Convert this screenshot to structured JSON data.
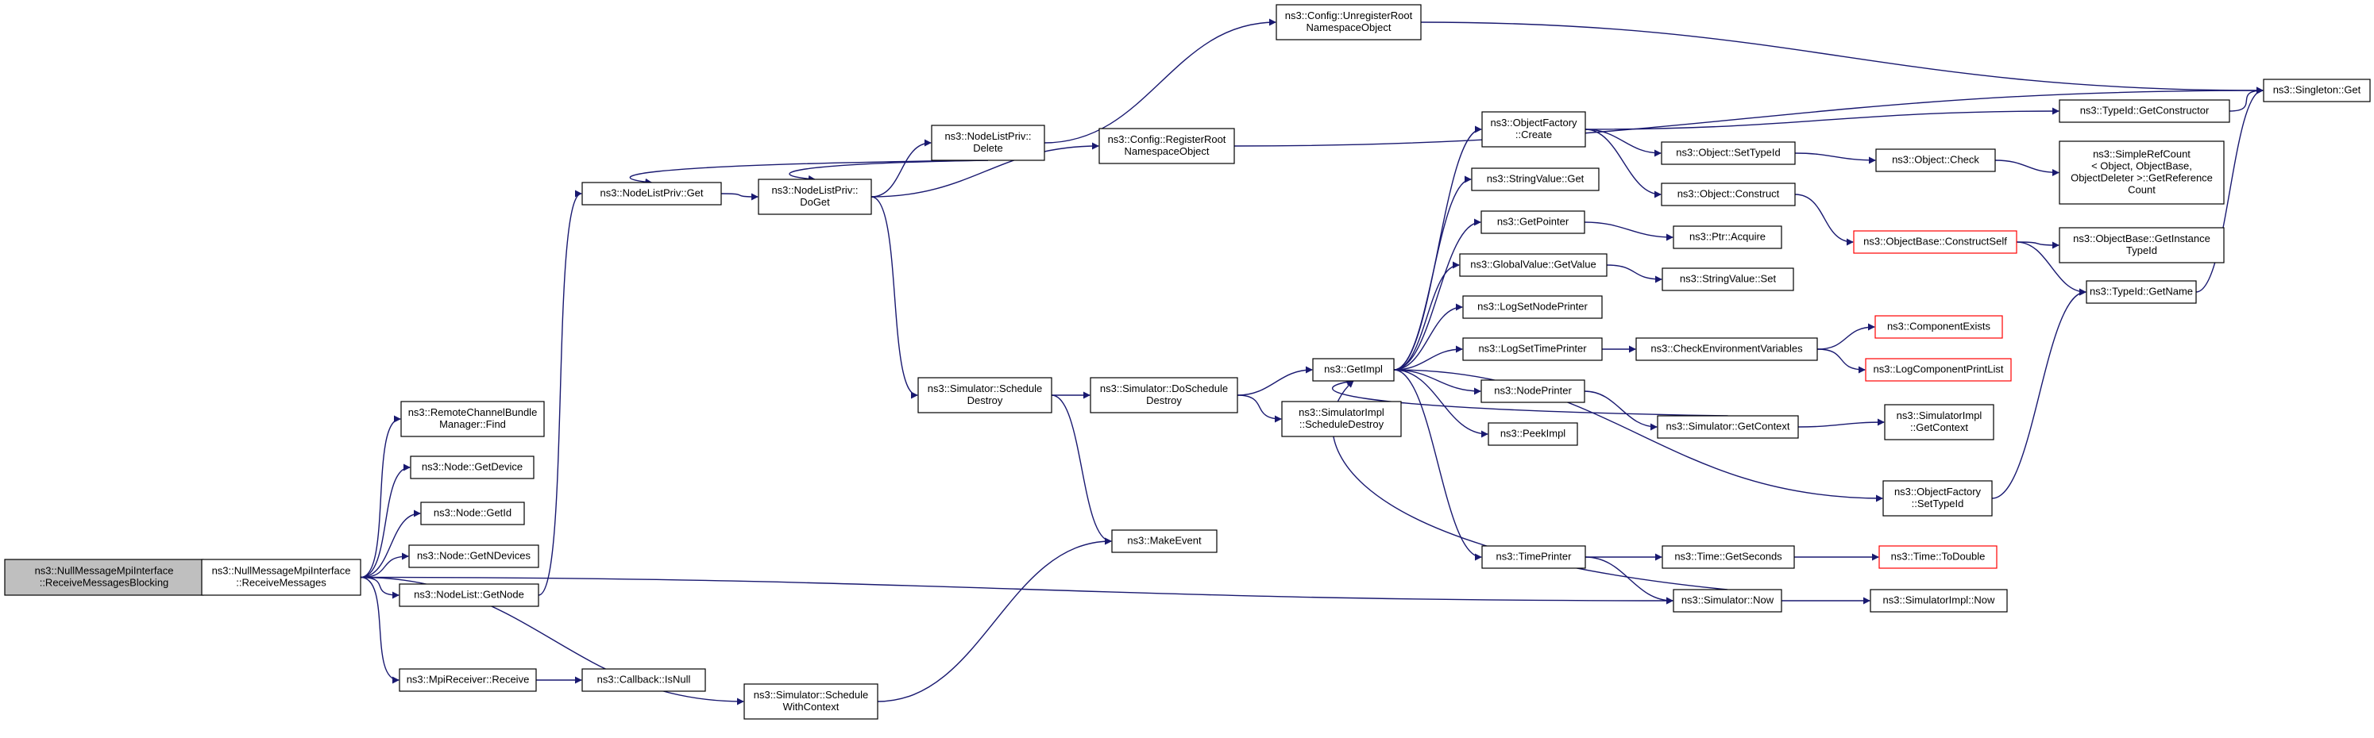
{
  "colors": {
    "edge": "#191970",
    "node_border": "#000000",
    "node_border_incomplete": "#ff0000",
    "root_fill": "#bfbfbf",
    "node_fill": "#ffffff"
  },
  "nodes": [
    {
      "id": "root",
      "lines": [
        "ns3::NullMessageMpiInterface",
        "::ReceiveMessagesBlocking"
      ],
      "root": true
    },
    {
      "id": "receivemessages",
      "lines": [
        "ns3::NullMessageMpiInterface",
        "::ReceiveMessages"
      ]
    },
    {
      "id": "rcbm_find",
      "lines": [
        "ns3::RemoteChannelBundle",
        "Manager::Find"
      ]
    },
    {
      "id": "node_getdevice",
      "lines": [
        "ns3::Node::GetDevice"
      ]
    },
    {
      "id": "node_getid",
      "lines": [
        "ns3::Node::GetId"
      ]
    },
    {
      "id": "node_getndevices",
      "lines": [
        "ns3::Node::GetNDevices"
      ]
    },
    {
      "id": "nodelist_getnode",
      "lines": [
        "ns3::NodeList::GetNode"
      ]
    },
    {
      "id": "mpireceiver_receive",
      "lines": [
        "ns3::MpiReceiver::Receive"
      ]
    },
    {
      "id": "callback_isnull",
      "lines": [
        "ns3::Callback::IsNull"
      ]
    },
    {
      "id": "sim_schedulewithcontext",
      "lines": [
        "ns3::Simulator::Schedule",
        "WithContext"
      ]
    },
    {
      "id": "nodelistpriv_get",
      "lines": [
        "ns3::NodeListPriv::Get"
      ]
    },
    {
      "id": "nodelistpriv_doget",
      "lines": [
        "ns3::NodeListPriv::",
        "DoGet"
      ]
    },
    {
      "id": "nodelistpriv_delete",
      "lines": [
        "ns3::NodeListPriv::",
        "Delete"
      ]
    },
    {
      "id": "config_unregister",
      "lines": [
        "ns3::Config::UnregisterRoot",
        "NamespaceObject"
      ]
    },
    {
      "id": "config_register",
      "lines": [
        "ns3::Config::RegisterRoot",
        "NamespaceObject"
      ]
    },
    {
      "id": "sim_scheduledestroy",
      "lines": [
        "ns3::Simulator::Schedule",
        "Destroy"
      ]
    },
    {
      "id": "sim_doscheduledestroy",
      "lines": [
        "ns3::Simulator::DoSchedule",
        "Destroy"
      ]
    },
    {
      "id": "makeevent",
      "lines": [
        "ns3::MakeEvent"
      ]
    },
    {
      "id": "getimpl",
      "lines": [
        "ns3::GetImpl"
      ]
    },
    {
      "id": "simimpl_scheduledestroy",
      "lines": [
        "ns3::SimulatorImpl",
        "::ScheduleDestroy"
      ]
    },
    {
      "id": "objfactory_create",
      "lines": [
        "ns3::ObjectFactory",
        "::Create"
      ]
    },
    {
      "id": "stringvalue_get",
      "lines": [
        "ns3::StringValue::Get"
      ]
    },
    {
      "id": "getpointer",
      "lines": [
        "ns3::GetPointer"
      ]
    },
    {
      "id": "globalvalue_getvalue",
      "lines": [
        "ns3::GlobalValue::GetValue"
      ]
    },
    {
      "id": "logsetnodeprinter",
      "lines": [
        "ns3::LogSetNodePrinter"
      ]
    },
    {
      "id": "logsettimeprinter",
      "lines": [
        "ns3::LogSetTimePrinter"
      ]
    },
    {
      "id": "nodeprinter",
      "lines": [
        "ns3::NodePrinter"
      ]
    },
    {
      "id": "peekimpl",
      "lines": [
        "ns3::PeekImpl"
      ]
    },
    {
      "id": "timeprinter",
      "lines": [
        "ns3::TimePrinter"
      ]
    },
    {
      "id": "object_settypeid",
      "lines": [
        "ns3::Object::SetTypeId"
      ]
    },
    {
      "id": "object_construct",
      "lines": [
        "ns3::Object::Construct"
      ]
    },
    {
      "id": "ptr_acquire",
      "lines": [
        "ns3::Ptr::Acquire"
      ]
    },
    {
      "id": "stringvalue_set",
      "lines": [
        "ns3::StringValue::Set"
      ]
    },
    {
      "id": "checkenv",
      "lines": [
        "ns3::CheckEnvironmentVariables"
      ]
    },
    {
      "id": "sim_getcontext",
      "lines": [
        "ns3::Simulator::GetContext"
      ]
    },
    {
      "id": "time_getseconds",
      "lines": [
        "ns3::Time::GetSeconds"
      ]
    },
    {
      "id": "sim_now",
      "lines": [
        "ns3::Simulator::Now"
      ]
    },
    {
      "id": "object_check",
      "lines": [
        "ns3::Object::Check"
      ]
    },
    {
      "id": "objectbase_constructself",
      "lines": [
        "ns3::ObjectBase::ConstructSelf"
      ],
      "incomplete": true
    },
    {
      "id": "componentexists",
      "lines": [
        "ns3::ComponentExists"
      ],
      "incomplete": true
    },
    {
      "id": "logcomponentprintlist",
      "lines": [
        "ns3::LogComponentPrintList"
      ],
      "incomplete": true
    },
    {
      "id": "simimpl_getcontext",
      "lines": [
        "ns3::SimulatorImpl",
        "::GetContext"
      ]
    },
    {
      "id": "objfactory_settypeid",
      "lines": [
        "ns3::ObjectFactory",
        "::SetTypeId"
      ]
    },
    {
      "id": "time_todouble",
      "lines": [
        "ns3::Time::ToDouble"
      ],
      "incomplete": true
    },
    {
      "id": "simimpl_now",
      "lines": [
        "ns3::SimulatorImpl::Now"
      ]
    },
    {
      "id": "typeid_getconstructor",
      "lines": [
        "ns3::TypeId::GetConstructor"
      ]
    },
    {
      "id": "simplerefcount",
      "lines": [
        "ns3::SimpleRefCount",
        "< Object, ObjectBase,",
        "ObjectDeleter >::GetReference",
        "Count"
      ]
    },
    {
      "id": "objectbase_getinstancetypeid",
      "lines": [
        "ns3::ObjectBase::GetInstance",
        "TypeId"
      ]
    },
    {
      "id": "typeid_getname",
      "lines": [
        "ns3::TypeId::GetName"
      ]
    },
    {
      "id": "singleton_get",
      "lines": [
        "ns3::Singleton::Get"
      ]
    }
  ],
  "edges": [
    [
      "root",
      "receivemessages"
    ],
    [
      "receivemessages",
      "rcbm_find"
    ],
    [
      "receivemessages",
      "node_getdevice"
    ],
    [
      "receivemessages",
      "node_getid"
    ],
    [
      "receivemessages",
      "node_getndevices"
    ],
    [
      "receivemessages",
      "nodelist_getnode"
    ],
    [
      "receivemessages",
      "mpireceiver_receive"
    ],
    [
      "receivemessages",
      "sim_schedulewithcontext"
    ],
    [
      "receivemessages",
      "sim_now"
    ],
    [
      "mpireceiver_receive",
      "callback_isnull"
    ],
    [
      "nodelist_getnode",
      "nodelistpriv_get"
    ],
    [
      "sim_schedulewithcontext",
      "makeevent"
    ],
    [
      "nodelistpriv_get",
      "nodelistpriv_doget"
    ],
    [
      "nodelistpriv_doget",
      "nodelistpriv_delete"
    ],
    [
      "nodelistpriv_doget",
      "config_register"
    ],
    [
      "nodelistpriv_doget",
      "sim_scheduledestroy"
    ],
    [
      "nodelistpriv_delete",
      "nodelistpriv_doget"
    ],
    [
      "nodelistpriv_delete",
      "nodelistpriv_get"
    ],
    [
      "nodelistpriv_delete",
      "config_unregister"
    ],
    [
      "config_unregister",
      "singleton_get"
    ],
    [
      "config_register",
      "singleton_get"
    ],
    [
      "sim_scheduledestroy",
      "sim_doscheduledestroy"
    ],
    [
      "sim_scheduledestroy",
      "makeevent"
    ],
    [
      "sim_doscheduledestroy",
      "getimpl"
    ],
    [
      "sim_doscheduledestroy",
      "simimpl_scheduledestroy"
    ],
    [
      "getimpl",
      "objfactory_create"
    ],
    [
      "getimpl",
      "stringvalue_get"
    ],
    [
      "getimpl",
      "getpointer"
    ],
    [
      "getimpl",
      "globalvalue_getvalue"
    ],
    [
      "getimpl",
      "logsetnodeprinter"
    ],
    [
      "getimpl",
      "logsettimeprinter"
    ],
    [
      "getimpl",
      "nodeprinter"
    ],
    [
      "getimpl",
      "peekimpl"
    ],
    [
      "getimpl",
      "timeprinter"
    ],
    [
      "getimpl",
      "objfactory_settypeid"
    ],
    [
      "objfactory_create",
      "object_settypeid"
    ],
    [
      "objfactory_create",
      "object_construct"
    ],
    [
      "objfactory_create",
      "typeid_getconstructor"
    ],
    [
      "getpointer",
      "ptr_acquire"
    ],
    [
      "globalvalue_getvalue",
      "stringvalue_set"
    ],
    [
      "logsettimeprinter",
      "checkenv"
    ],
    [
      "checkenv",
      "componentexists"
    ],
    [
      "checkenv",
      "logcomponentprintlist"
    ],
    [
      "nodeprinter",
      "sim_getcontext"
    ],
    [
      "sim_getcontext",
      "getimpl"
    ],
    [
      "sim_getcontext",
      "simimpl_getcontext"
    ],
    [
      "timeprinter",
      "time_getseconds"
    ],
    [
      "timeprinter",
      "sim_now"
    ],
    [
      "time_getseconds",
      "time_todouble"
    ],
    [
      "sim_now",
      "getimpl"
    ],
    [
      "sim_now",
      "simimpl_now"
    ],
    [
      "object_settypeid",
      "object_check"
    ],
    [
      "object_check",
      "simplerefcount"
    ],
    [
      "object_construct",
      "objectbase_constructself"
    ],
    [
      "objectbase_constructself",
      "objectbase_getinstancetypeid"
    ],
    [
      "objectbase_constructself",
      "typeid_getname"
    ],
    [
      "objfactory_settypeid",
      "typeid_getname"
    ],
    [
      "typeid_getconstructor",
      "singleton_get"
    ],
    [
      "typeid_getname",
      "singleton_get"
    ]
  ]
}
